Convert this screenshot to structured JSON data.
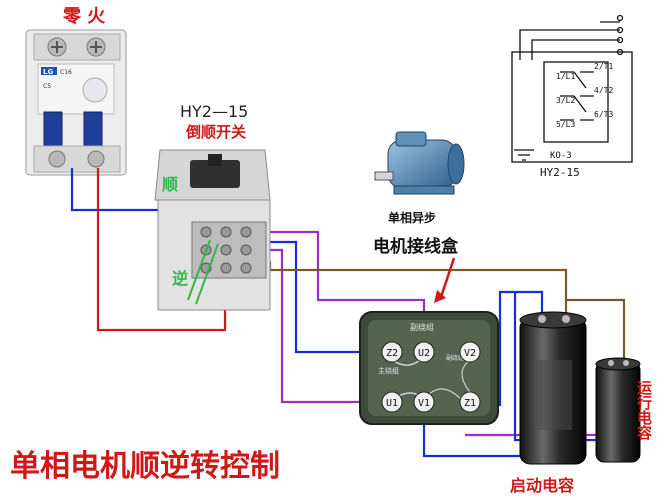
{
  "breaker": {
    "heading": "零 火",
    "brand": "LG",
    "model": "C16",
    "marking": "C5"
  },
  "switch": {
    "model": "HY2—15",
    "name": "倒顺开关",
    "side_labels": [
      "顺",
      "",
      "逆"
    ]
  },
  "motor": {
    "caption": "单相异步",
    "box_label": "电机接线盒"
  },
  "terminal_box": {
    "title": "副绕组",
    "main_winding": "主绕组",
    "aux_winding": "副绕组",
    "terminals": [
      "Z2",
      "U2",
      "V2",
      "U1",
      "V1",
      "Z1"
    ]
  },
  "capacitors": {
    "start_label": "启动电容",
    "run_label": "运行电容"
  },
  "schematic": {
    "terminals_left": [
      "1/L1",
      "3/L2",
      "5/L3"
    ],
    "terminals_right": [
      "2/T1",
      "4/T2",
      "6/T3"
    ],
    "code": "KO-3",
    "model": "HY2-15"
  },
  "title": "单相电机顺逆转控制",
  "colors": {
    "wire_blue": "#1b2bd8",
    "wire_red": "#d01818",
    "wire_purple": "#9b2fc9",
    "wire_brown": "#7a5a2a",
    "title_red": "#d01818",
    "label_green": "#2fb84a"
  }
}
